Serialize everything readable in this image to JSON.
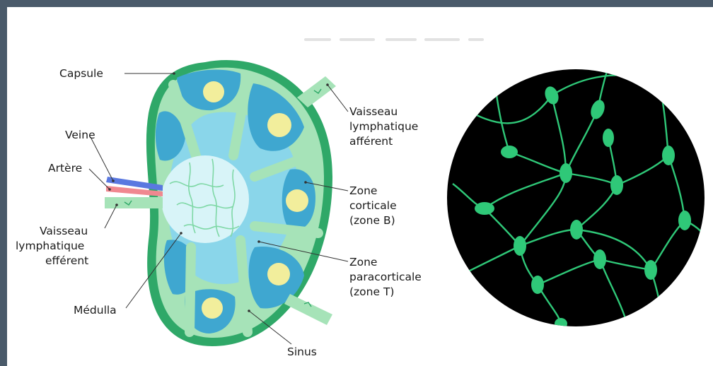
{
  "labels": {
    "capsule": "Capsule",
    "veine": "Veine",
    "artere": "Artère",
    "efferent_1": "Vaisseau",
    "efferent_2": "lymphatique",
    "efferent_3": "efférent",
    "medulla": "Médulla",
    "sinus": "Sinus",
    "afferent_1": "Vaisseau",
    "afferent_2": "lymphatique",
    "afferent_3": "afférent",
    "cortical_1": "Zone",
    "cortical_2": "corticale",
    "cortical_3": "(zone B)",
    "paracortical_1": "Zone",
    "paracortical_2": "paracorticale",
    "paracortical_3": "(zone T)"
  },
  "colors": {
    "frame": "#4a5a6a",
    "capsule": "#2fa868",
    "vessel_green": "#a6e3b8",
    "follicle": "#3fa7d0",
    "paracortex": "#8ad6ea",
    "medulla": "#d8f4f8",
    "germinal_center": "#f2ee9c",
    "vein": "#5a78e0",
    "artery": "#f08890",
    "network_bg": "#000000",
    "network_line": "#2fc878"
  }
}
